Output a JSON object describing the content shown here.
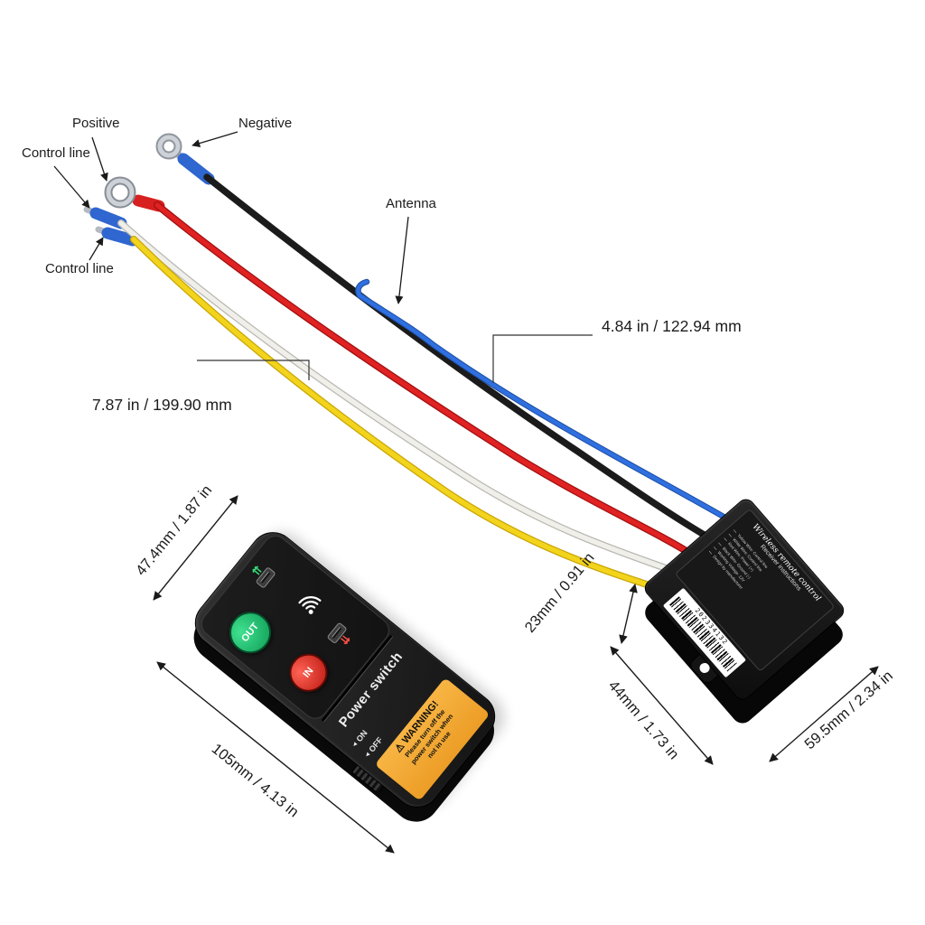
{
  "annotations": {
    "positive_label": "Positive",
    "negative_label": "Negative",
    "control_line_top_label": "Control line",
    "control_line_bottom_label": "Control line",
    "antenna_label": "Antenna",
    "antenna_length": "4.84 in / 122.94 mm",
    "wire_length": "7.87 in / 199.90 mm",
    "remote_width_dim": "47.4mm / 1.87 in",
    "remote_length_dim": "105mm / 4.13 in",
    "receiver_thickness_dim": "23mm / 0.91 in",
    "receiver_width_dim": "44mm / 1.73 in",
    "receiver_length_dim": "59.5mm / 2.34 in"
  },
  "remote": {
    "out_button_label": "OUT",
    "in_button_label": "IN",
    "power_switch_label": "Power switch",
    "on_label": "ON",
    "off_label": "OFF",
    "warning": {
      "title": "WARNING!",
      "line1": "Please turn off the",
      "line2": "power switch when",
      "line3": "not in use"
    },
    "icons": {
      "out_arrows": "winch-cable-out-icon",
      "in_arrows": "winch-cable-in-icon",
      "signal": "wireless-signal-icon",
      "warning": "warning-triangle-icon",
      "switch_pointer": "left-pointer-icon"
    }
  },
  "receiver": {
    "title": "Wireless remote control",
    "subtitle": "Receiver instructions",
    "legend": [
      "Yellow Wire: Control line",
      "White Wire: Control line",
      "Red Wire: Power (+)",
      "Black Wire: Ground (-)",
      "Working Voltage: 12V",
      "Design by manufacturer"
    ],
    "barcode_number": "202334132"
  },
  "colors": {
    "wire_black": "#1b1b1b",
    "wire_red": "#e02222",
    "wire_white": "#f0efe9",
    "wire_yellow": "#f2d41c",
    "wire_blue": "#2f6fe0",
    "terminal_silver": "#c9ced4",
    "button_green": "#14a85e",
    "button_red": "#d8231a",
    "warning_orange": "#f5a733"
  }
}
